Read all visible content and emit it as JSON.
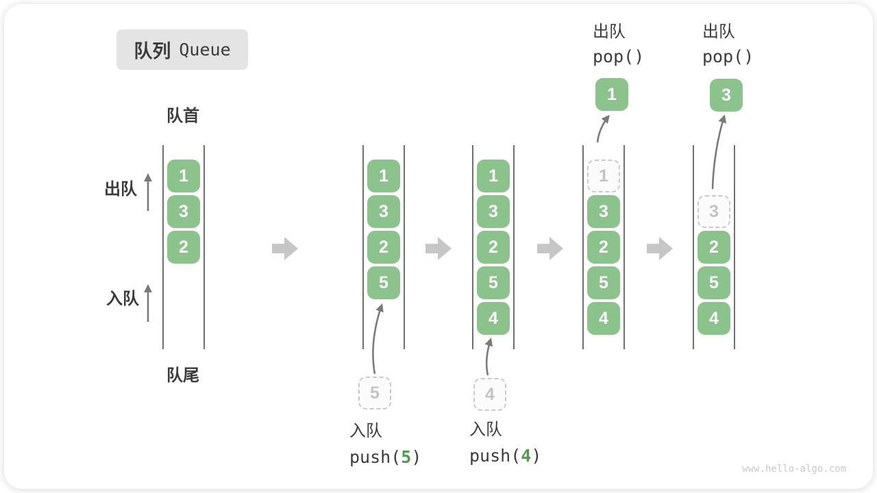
{
  "title": {
    "zh": "队列",
    "en": "Queue"
  },
  "side_labels": {
    "front": "队首",
    "rear": "队尾",
    "dequeue": "出队",
    "enqueue": "入队"
  },
  "watermark": "www.hello-algo.com",
  "colors": {
    "block_green": "#8cc28c",
    "accent_green": "#4e9d4e",
    "text_dark": "#3b3b3b",
    "wall_gray": "#4d4d4d",
    "arrow_gray": "#7a7a7a",
    "big_arrow_gray": "#c6c6c6",
    "ghost_border_gray": "#c9c9c9",
    "badge_bg": "#e4e4e4"
  },
  "stages": [
    {
      "name": "initial",
      "blocks": [
        "1",
        "3",
        "2"
      ]
    },
    {
      "name": "push-5",
      "blocks": [
        "1",
        "3",
        "2",
        "5"
      ],
      "ghost": "5",
      "label_action": "入队",
      "code_open": "push(",
      "code_arg": "5",
      "code_close": ")"
    },
    {
      "name": "push-4",
      "blocks": [
        "1",
        "3",
        "2",
        "5",
        "4"
      ],
      "ghost": "4",
      "label_action": "入队",
      "code_open": "push(",
      "code_arg": "4",
      "code_close": ")"
    },
    {
      "name": "pop-1",
      "ghost": "1",
      "blocks": [
        "3",
        "2",
        "5",
        "4"
      ],
      "popped": "1",
      "label_action": "出队",
      "code": "pop()"
    },
    {
      "name": "pop-3",
      "ghost": "3",
      "blocks": [
        "2",
        "5",
        "4"
      ],
      "popped": "3",
      "label_action": "出队",
      "code": "pop()"
    }
  ]
}
